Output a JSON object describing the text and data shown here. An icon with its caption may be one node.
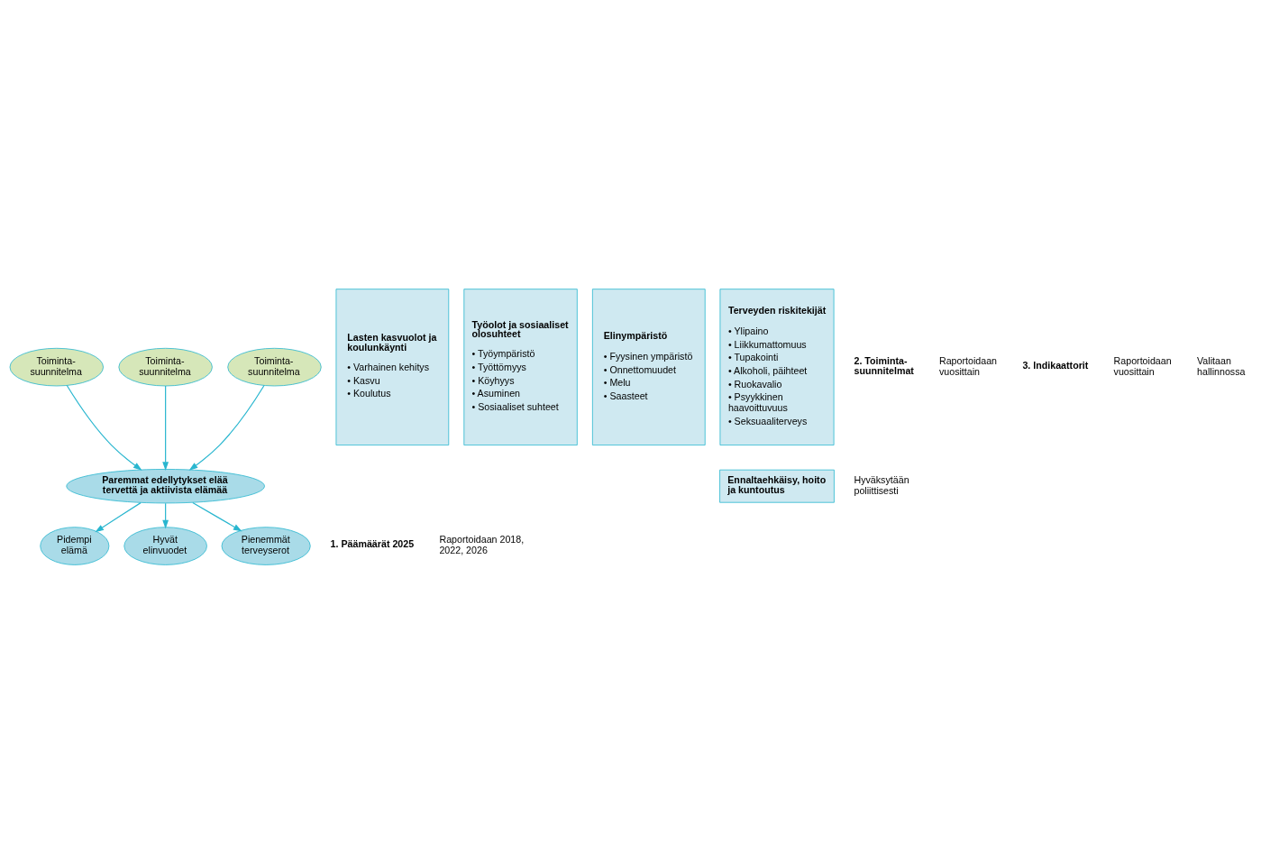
{
  "diagram": {
    "nodes": [
      {
        "text": [
          "Pidempi elämä"
        ]
      },
      {
        "text": [
          "Hyvät elinvuodet"
        ]
      },
      {
        "text": [
          "Pienemmät terveyserot"
        ]
      },
      {
        "text": [
          "Paremmat edellytykset elää tervettä ja aktiivista elämää"
        ]
      },
      {
        "text": [
          "Toiminta- suunnitelma"
        ]
      },
      {
        "text": [
          "Toiminta- suunnitelma"
        ]
      },
      {
        "text": [
          "Toiminta- suunnitelma"
        ]
      },
      {
        "text": [
          "Lasten kasvuolot ja koulunkäynti",
          "• Varhainen kehitys",
          "• Kasvu",
          "• Koulutus"
        ]
      },
      {
        "text": [
          "Työolot ja sosiaaliset olosuhteet",
          "• Työympäristö",
          "• Työttömyys",
          "• Köyhyys",
          "• Asuminen",
          "• Sosiaaliset suhteet"
        ]
      },
      {
        "text": [
          "Elinympäristö",
          "• Fyysinen ympäristö",
          "• Onnettomuudet",
          "• Melu",
          "• Saasteet"
        ]
      },
      {
        "text": [
          "Terveyden riskitekijät",
          "• Ylipaino",
          "• Liikkumattomuus",
          "• Tupakointi",
          "• Alkoholi, päihteet",
          "• Ruokavalio",
          "• Psyykkinen haavoittuvuus",
          "• Seksuaaliterveys"
        ]
      },
      {
        "text": [
          "Ennaltaehkäisy, hoito ja kuntoutus"
        ]
      }
    ],
    "edges": [
      {
        "from": 3,
        "to": 0,
        "arrow": "to"
      },
      {
        "from": 3,
        "to": 1,
        "arrow": "to"
      },
      {
        "from": 3,
        "to": 2,
        "arrow": "to"
      },
      {
        "from": 4,
        "to": 3,
        "arrow": "to"
      },
      {
        "from": 5,
        "to": 3,
        "arrow": "to"
      },
      {
        "from": 6,
        "to": 3,
        "arrow": "to"
      }
    ],
    "labels": [
      "1. Päämäärät 2025",
      "Raportoidaan 2018, 2022, 2026",
      "Hyväksytään poliittisesti",
      "2. Toiminta- suunnitelmat",
      "Raportoidaan vuosittain",
      "3. Indikaattorit",
      "Raportoidaan vuosittain",
      "Valitaan hallinnossa"
    ]
  }
}
